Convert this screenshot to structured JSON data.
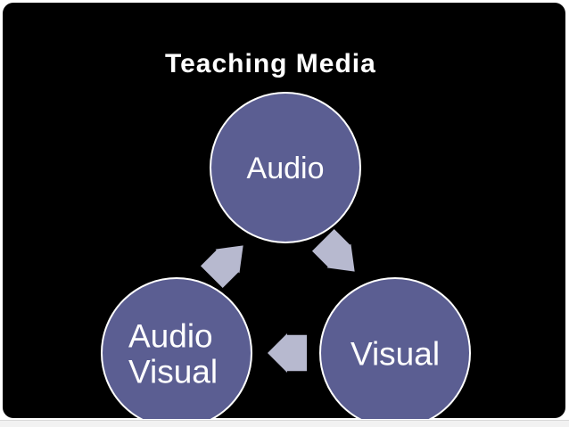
{
  "slide": {
    "title": "Teaching Media"
  },
  "cycle": {
    "nodes": [
      {
        "id": "audio",
        "lines": [
          "Audio"
        ]
      },
      {
        "id": "visual",
        "lines": [
          "Visual"
        ]
      },
      {
        "id": "audio-visual",
        "lines": [
          "Audio",
          "Visual"
        ]
      }
    ],
    "arrows": [
      {
        "from": "audio",
        "to": "visual"
      },
      {
        "from": "visual",
        "to": "audio-visual"
      },
      {
        "from": "audio-visual",
        "to": "audio"
      }
    ]
  },
  "colors": {
    "background": "#000000",
    "node_fill": "#5b5e92",
    "node_stroke": "#ffffff",
    "arrow_fill": "#b7b9cf",
    "text": "#ffffff"
  }
}
